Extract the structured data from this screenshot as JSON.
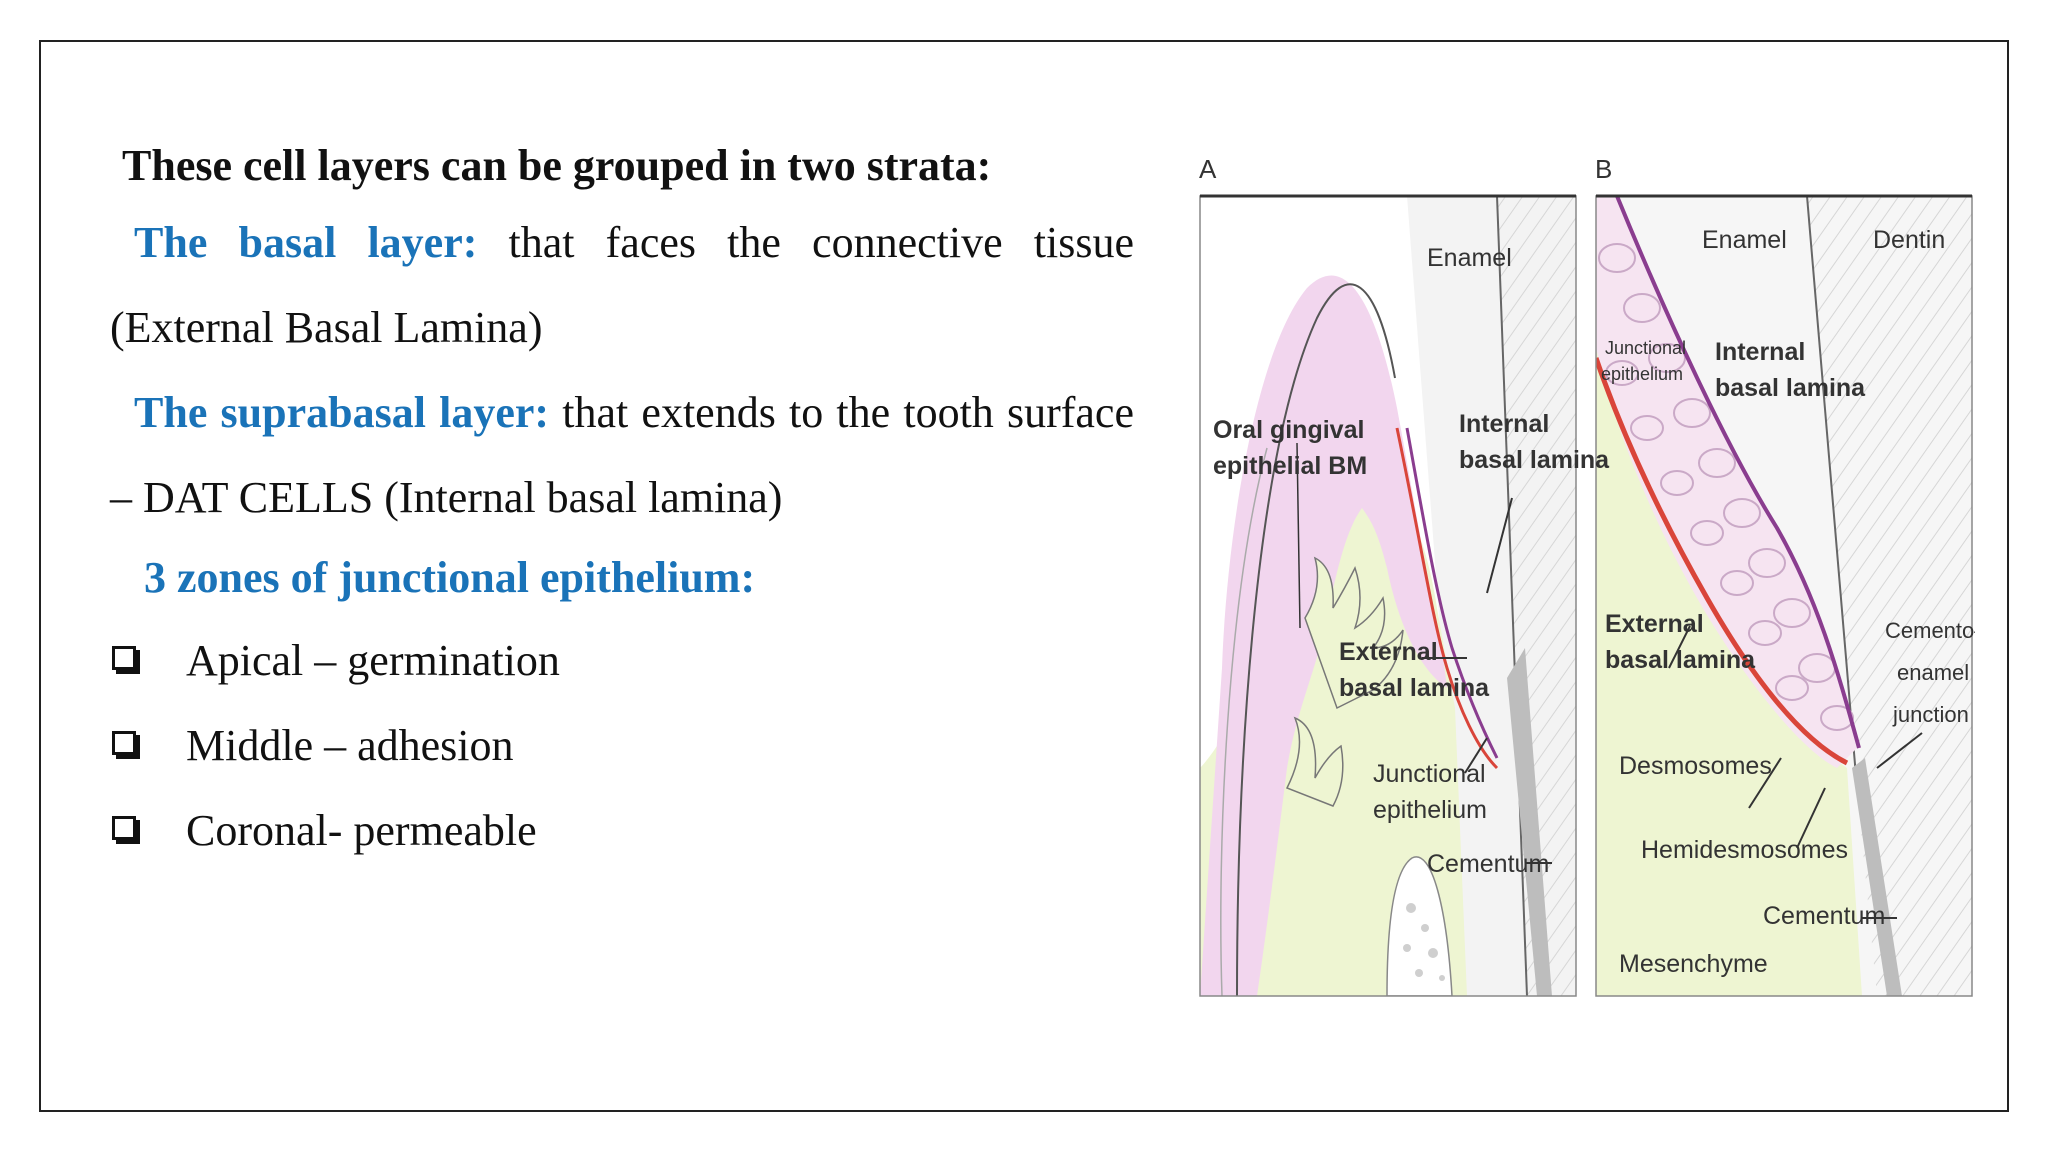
{
  "heading": "These cell layers can be grouped in two strata:",
  "basal": {
    "lead": "The basal layer:",
    "text": " that faces the connective tissue (External Basal Lamina)"
  },
  "suprabasal": {
    "lead": "The suprabasal layer:",
    "text": " that extends to the tooth surface – DAT CELLS (Internal basal lamina)"
  },
  "zones_title": "3 zones of junctional epithelium:",
  "zones": [
    "Apical – germination",
    "Middle – adhesion",
    "Coronal- permeable"
  ],
  "figure": {
    "panel_a": {
      "letter": "A",
      "labels": {
        "enamel": "Enamel",
        "oral_1": "Oral gingival",
        "oral_2": "epithelial BM",
        "internal_1": "Internal",
        "internal_2": "basal lamina",
        "external_1": "External",
        "external_2": "basal lamina",
        "junctional_1": "Junctional",
        "junctional_2": "epithelium",
        "cementum": "Cementum"
      }
    },
    "panel_b": {
      "letter": "B",
      "labels": {
        "enamel": "Enamel",
        "dentin": "Dentin",
        "junctional_1": "Junctional",
        "junctional_2": "epithelium",
        "internal_1": "Internal",
        "internal_2": "basal lamina",
        "external_1": "External",
        "external_2": "basal lamina",
        "cej_1": "Cemento–",
        "cej_2": "enamel",
        "cej_3": "junction",
        "desmosomes": "Desmosomes",
        "hemidesmosomes": "Hemidesmosomes",
        "cementum": "Cementum",
        "mesenchyme": "Mesenchyme"
      }
    },
    "colors": {
      "gingiva": "#f2d6ee",
      "connective": "#eef5d2",
      "tooth": "#ececec",
      "internal_lamina": "#8a3d8f",
      "external_lamina": "#d9453a",
      "text": "#333333"
    }
  }
}
